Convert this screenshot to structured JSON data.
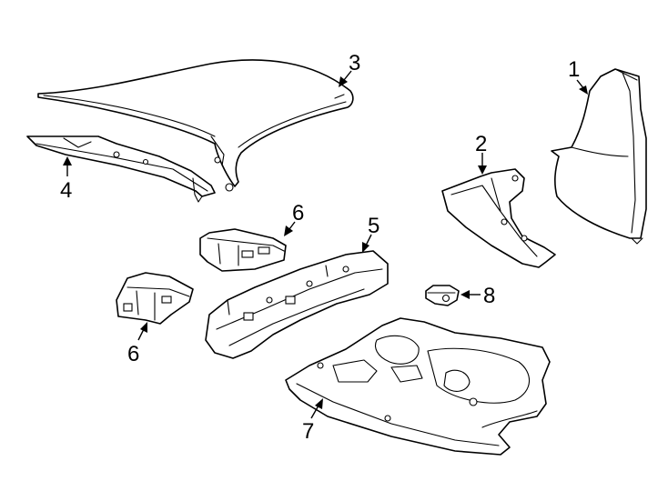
{
  "callouts": [
    {
      "id": "c1",
      "number": "1",
      "part": "quarter-trim-panel"
    },
    {
      "id": "c2",
      "number": "2",
      "part": "corner-bracket"
    },
    {
      "id": "c3",
      "number": "3",
      "part": "trunk-lid"
    },
    {
      "id": "c4",
      "number": "4",
      "part": "lid-hinge-panel"
    },
    {
      "id": "c5",
      "number": "5",
      "part": "rear-crossmember-bracket"
    },
    {
      "id": "c6a",
      "number": "6",
      "part": "upper-module-bracket"
    },
    {
      "id": "c6b",
      "number": "6",
      "part": "lower-module-bracket"
    },
    {
      "id": "c7",
      "number": "7",
      "part": "trunk-floor-panel"
    },
    {
      "id": "c8",
      "number": "8",
      "part": "bumper-stop"
    }
  ]
}
